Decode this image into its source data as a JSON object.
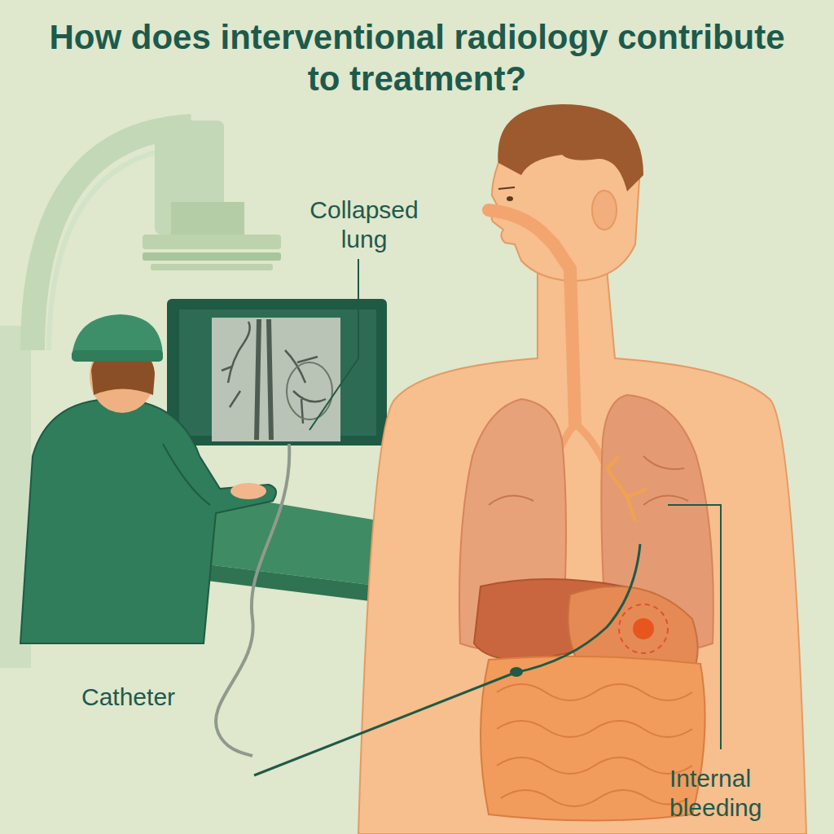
{
  "diagram": {
    "title": "How does interventional radiology contribute to treatment?",
    "labels": [
      "Collapsed lung",
      "Catheter",
      "Internal bleeding"
    ]
  }
}
